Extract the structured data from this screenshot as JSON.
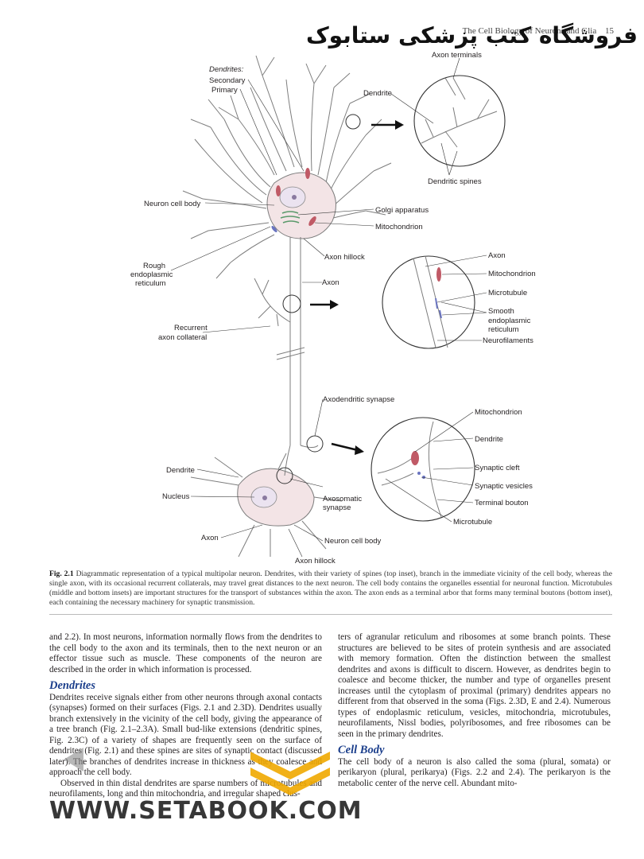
{
  "header": {
    "running_title": "The Cell Biology of Neurons and Glia",
    "page_number": "15"
  },
  "watermark": {
    "top_text": "فروشگاه کتب پزشکی ستابوک",
    "site": "WWW.SETABOOK.COM"
  },
  "figure": {
    "labels": {
      "dendrites": "Dendrites:",
      "secondary": "Secondary",
      "primary": "Primary",
      "neuron_cell_body": "Neuron cell body",
      "rough": "Rough",
      "endoplasmic": "endoplasmic",
      "reticulum": "reticulum",
      "recurrent": "Recurrent",
      "axon_collateral": "axon collateral",
      "axon_hillock_top": "Axon hillock",
      "axon_main": "Axon",
      "golgi": "Golgi apparatus",
      "mitochondrion_top": "Mitochondrion",
      "axon_terminals": "Axon terminals",
      "dendrite_inset": "Dendrite",
      "dendritic_spines": "Dendritic spines",
      "mid_axon": "Axon",
      "mid_mitochondrion": "Mitochondrion",
      "mid_microtubule": "Microtubule",
      "smooth": "Smooth",
      "smooth_endoplasmic": "endoplasmic",
      "smooth_reticulum": "reticulum",
      "neurofilaments": "Neurofilaments",
      "axodendritic": "Axodendritic synapse",
      "bottom_dendrite": "Dendrite",
      "nucleus": "Nucleus",
      "bottom_axon": "Axon",
      "axosomatic": "Axosomatic",
      "synapse": "synapse",
      "neuron_cell_body_bottom": "Neuron cell body",
      "axon_hillock_bottom": "Axon hillock",
      "bot_mitochondrion": "Mitochondrion",
      "bot_dendrite": "Dendrite",
      "synaptic_cleft": "Synaptic cleft",
      "synaptic_vesicles": "Synaptic vesicles",
      "terminal_bouton": "Terminal bouton",
      "bot_microtubule": "Microtubule"
    }
  },
  "caption": {
    "label": "Fig. 2.1",
    "text": "Diagrammatic representation of a typical multipolar neuron. Dendrites, with their variety of spines (top inset), branch in the immediate vicinity of the cell body, whereas the single axon, with its occasional recurrent collaterals, may travel great distances to the next neuron. The cell body contains the organelles essential for neuronal function. Microtubules (middle and bottom insets) are important structures for the transport of substances within the axon. The axon ends as a terminal arbor that forms many terminal boutons (bottom inset), each containing the necessary machinery for synaptic transmission."
  },
  "body": {
    "left_p1": "and 2.2). In most neurons, information normally flows from the dendrites to the cell body to the axon and its terminals, then to the next neuron or an effector tissue such as muscle. These components of the neuron are described in the order in which information is processed.",
    "heading_dendrites": "Dendrites",
    "left_p2": "Dendrites receive signals either from other neurons through axonal contacts (synapses) formed on their surfaces (Figs. 2.1 and 2.3D). Dendrites usually branch extensively in the vicinity of the cell body, giving the appearance of a tree branch (Fig. 2.1–2.3A). Small bud-like extensions (dendritic spines, Fig. 2.3C) of a variety of shapes are frequently seen on the surface of dendrites (Fig. 2.1) and these spines are sites of synaptic contact (discussed later). The branches of dendrites increase in thickness as they coalesce and approach the cell body.",
    "left_p3": "Observed in thin distal dendrites are sparse numbers of microtubules and neurofilaments, long and thin mitochondria, and irregular shaped clus-",
    "right_p1": "ters of agranular reticulum and ribosomes at some branch points. These structures are believed to be sites of protein synthesis and are associated with memory formation. Often the distinction between the smallest dendrites and axons is difficult to discern. However, as dendrites begin to coalesce and become thicker, the number and type of organelles present increases until the cytoplasm of proximal (primary) dendrites appears no different from that observed in the soma (Figs. 2.3D, E and 2.4). Numerous types of endoplasmic reticulum, vesicles, mitochondria, microtubules, neurofilaments, Nissl bodies, polyribosomes, and free ribosomes can be seen in the primary dendrites.",
    "heading_cell_body": "Cell Body",
    "right_p2": "The cell body of a neuron is also called the soma (plural, somata) or perikaryon (plural, perikarya) (Figs. 2.2 and 2.4). The perikaryon is the metabolic center of the nerve cell. Abundant mito-"
  }
}
